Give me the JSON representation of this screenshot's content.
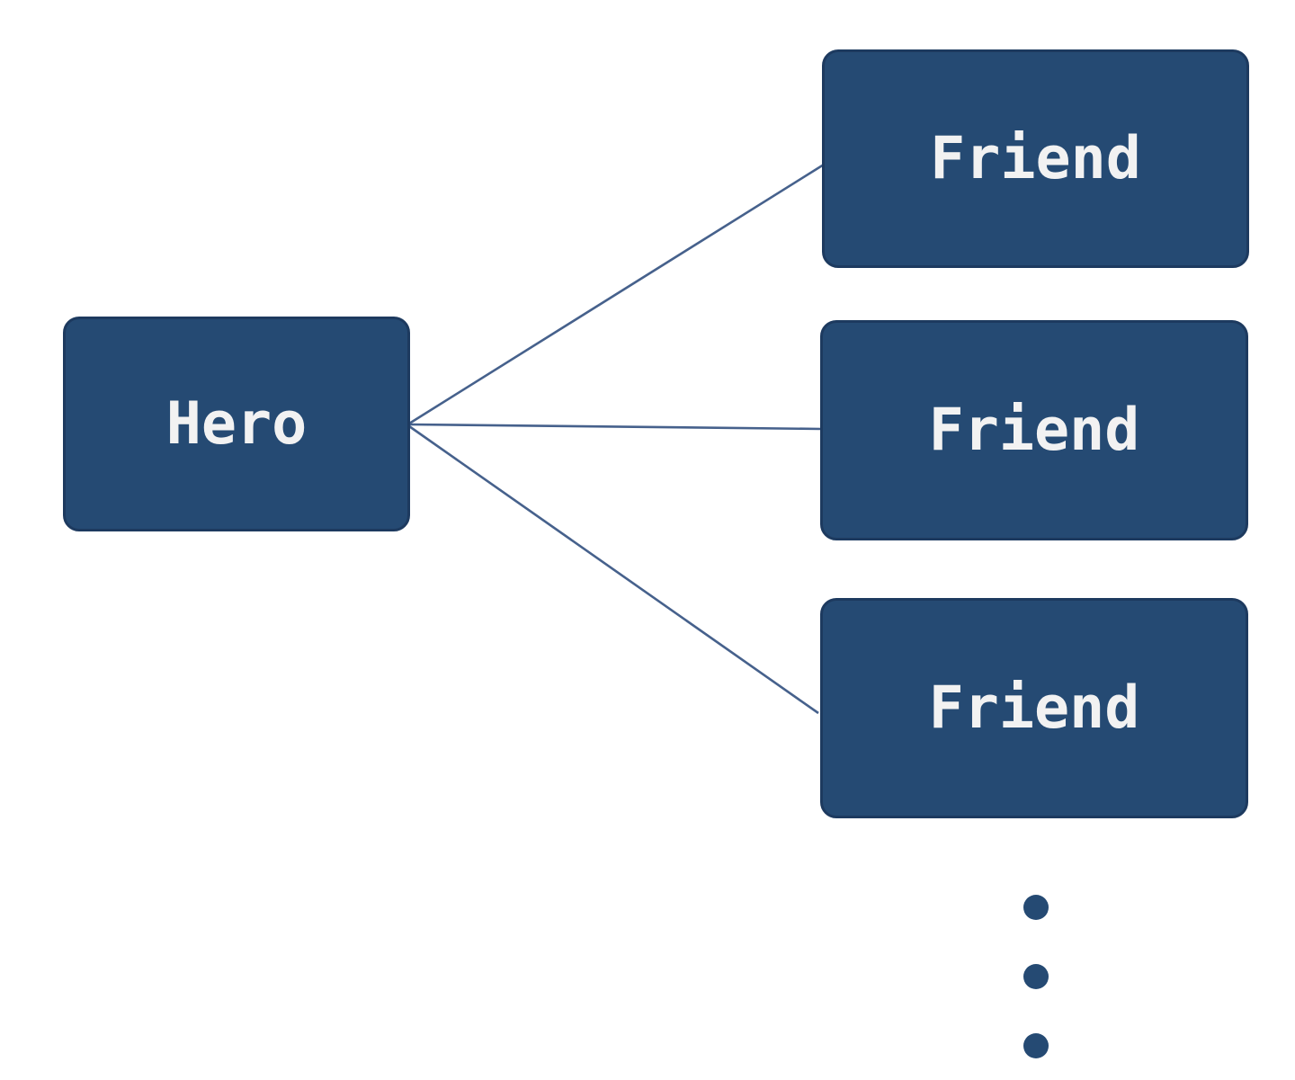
{
  "theme": {
    "background": "#ffffff",
    "node_fill": "#254a73",
    "node_border": "#1d3a5f",
    "node_text": "#f2f2f2",
    "edge_color": "#46618c",
    "dot_color": "#254a73"
  },
  "diagram": {
    "type": "graph",
    "direction": "left-to-right",
    "nodes": [
      {
        "id": "hero",
        "label": "Hero"
      },
      {
        "id": "friend-1",
        "label": "Friend"
      },
      {
        "id": "friend-2",
        "label": "Friend"
      },
      {
        "id": "friend-3",
        "label": "Friend"
      }
    ],
    "edges": [
      {
        "from": "hero",
        "to": "friend-1"
      },
      {
        "from": "hero",
        "to": "friend-2"
      },
      {
        "from": "hero",
        "to": "friend-3"
      }
    ],
    "ellipsis": {
      "dot_count": 3
    }
  }
}
